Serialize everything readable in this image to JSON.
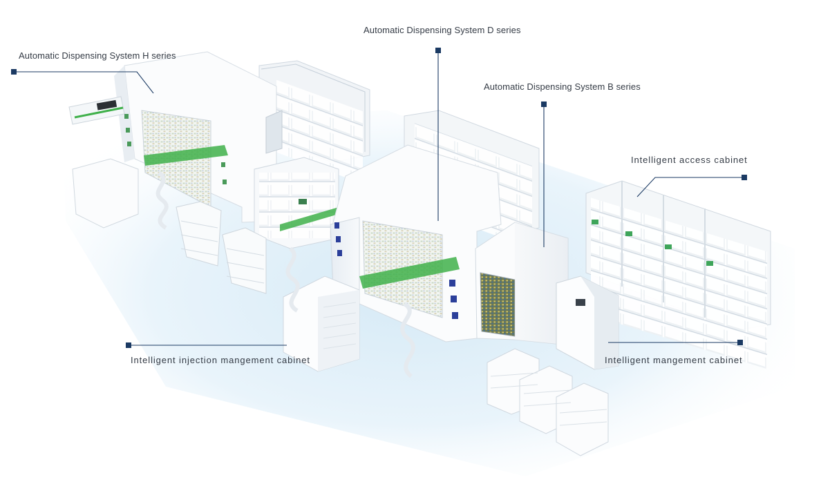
{
  "callouts": {
    "h_series": "Automatic Dispensing System H series",
    "d_series": "Automatic Dispensing System D series",
    "b_series": "Automatic Dispensing System B series",
    "access_cabinet": "Intelligent access cabinet",
    "injection_cabinet": "Intelligent injection mangement cabinet",
    "management_cabinet": "Intelligent mangement cabinet"
  },
  "colors": {
    "leader": "#1b3a63",
    "accent_green": "#3fb04a",
    "floor_blue": "#d8ebf6",
    "label_text": "#333a44"
  }
}
